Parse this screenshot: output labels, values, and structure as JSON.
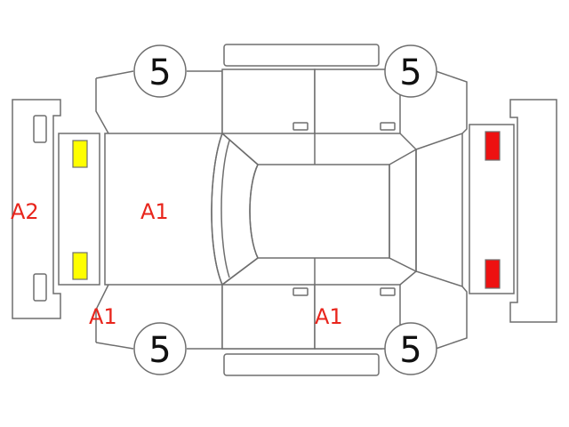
{
  "diagram": {
    "tire_grades": {
      "front_left": "5",
      "rear_left": "5",
      "front_right": "5",
      "rear_right": "5"
    },
    "damage_codes": {
      "front_bumper": "A2",
      "hood": "A1",
      "front_left_fender": "A1",
      "left_rear_door": "A1"
    },
    "colors": {
      "code_text": "#e8251c",
      "headlight": "#ffff00",
      "taillight": "#ee1111",
      "outline": "#6e6e6e"
    }
  }
}
